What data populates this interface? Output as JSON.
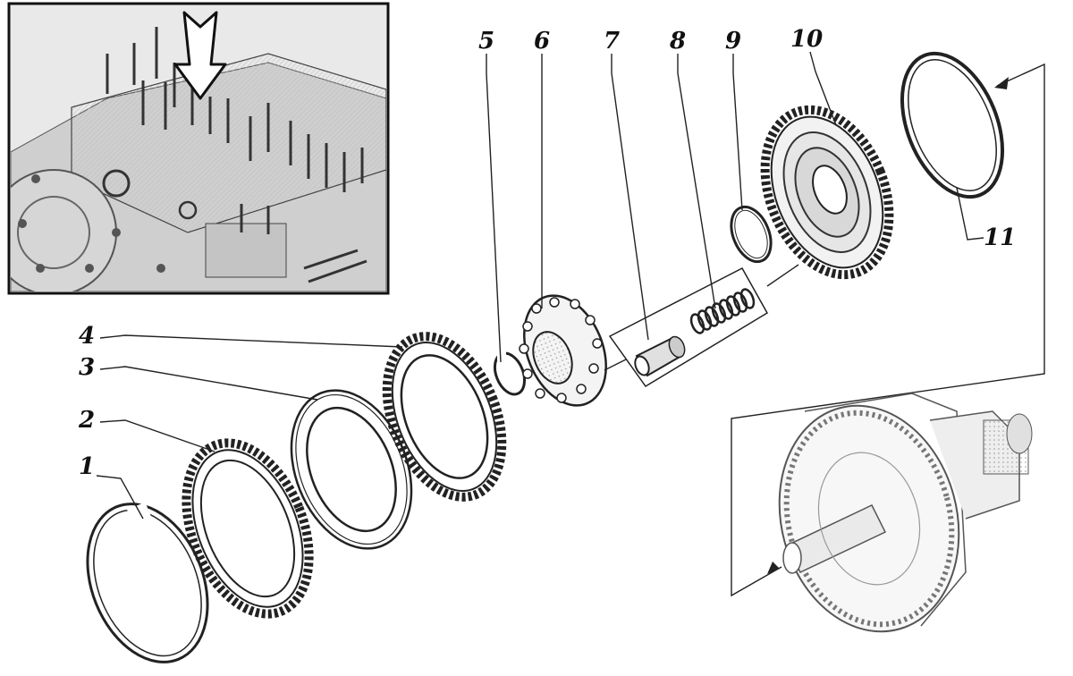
{
  "diagram": {
    "labels": [
      {
        "id": "1",
        "text": "1"
      },
      {
        "id": "2",
        "text": "2"
      },
      {
        "id": "3",
        "text": "3"
      },
      {
        "id": "4",
        "text": "4"
      },
      {
        "id": "5",
        "text": "5"
      },
      {
        "id": "6",
        "text": "6"
      },
      {
        "id": "7",
        "text": "7"
      },
      {
        "id": "8",
        "text": "8"
      },
      {
        "id": "9",
        "text": "9"
      },
      {
        "id": "10",
        "text": "10"
      },
      {
        "id": "11",
        "text": "11"
      }
    ],
    "parts": [
      {
        "id": "1",
        "kind": "split-snap-ring"
      },
      {
        "id": "2",
        "kind": "toothed-clutch-plate"
      },
      {
        "id": "3",
        "kind": "flat-friction-disc"
      },
      {
        "id": "4",
        "kind": "toothed-clutch-plate"
      },
      {
        "id": "5",
        "kind": "small-snap-ring"
      },
      {
        "id": "6",
        "kind": "splined-hub"
      },
      {
        "id": "7",
        "kind": "spring-cup"
      },
      {
        "id": "8",
        "kind": "coil-spring"
      },
      {
        "id": "9",
        "kind": "o-ring"
      },
      {
        "id": "10",
        "kind": "clutch-piston"
      },
      {
        "id": "11",
        "kind": "seal-ring"
      }
    ],
    "icons": [
      "down-arrow-icon"
    ]
  }
}
